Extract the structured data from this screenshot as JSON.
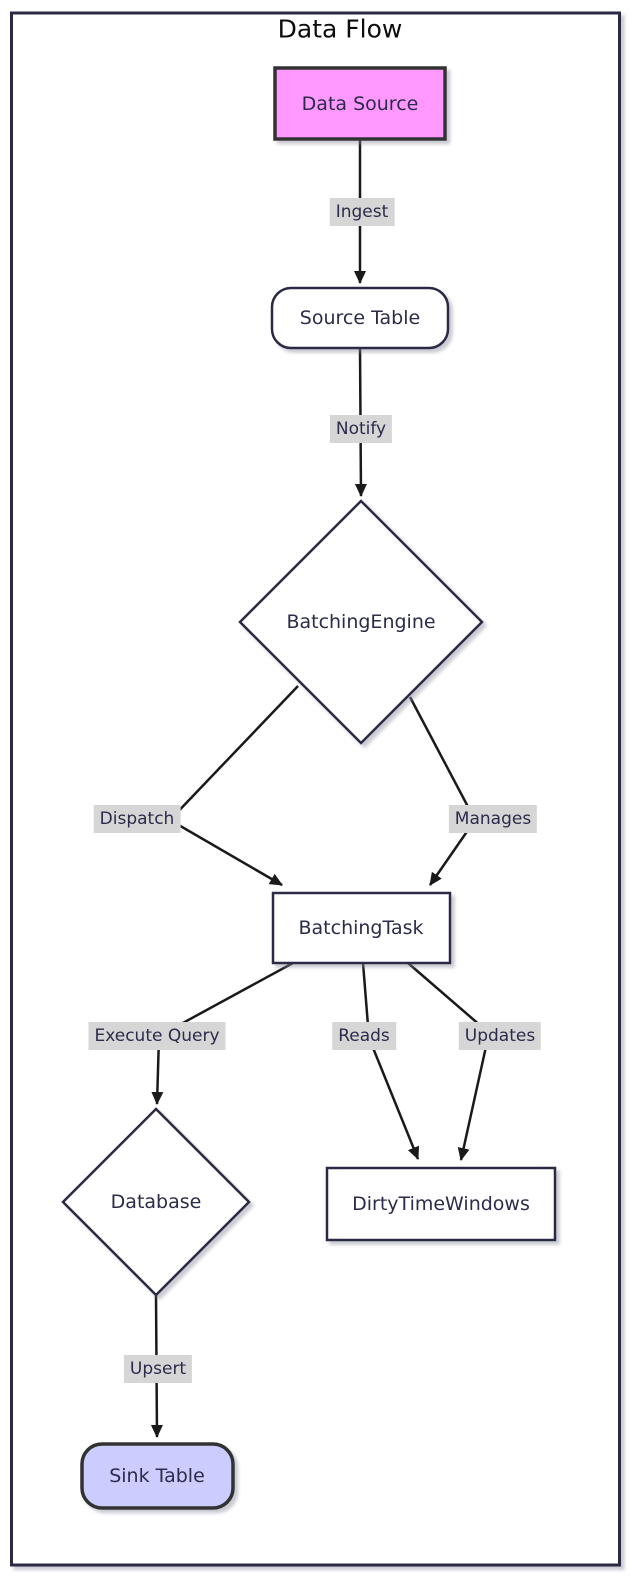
{
  "diagram": {
    "title": "Data Flow",
    "type": "flowchart",
    "nodes": [
      {
        "id": "data_source",
        "label": "Data Source",
        "shape": "rectangle",
        "fill": "#ff99ff",
        "border": "#333333"
      },
      {
        "id": "source_table",
        "label": "Source Table",
        "shape": "rounded",
        "fill": "#ffffff",
        "border": "#2a2a45"
      },
      {
        "id": "batching_engine",
        "label": "BatchingEngine",
        "shape": "diamond",
        "fill": "#ffffff",
        "border": "#2a2a45"
      },
      {
        "id": "batching_task",
        "label": "BatchingTask",
        "shape": "rectangle",
        "fill": "#ffffff",
        "border": "#2a2a45"
      },
      {
        "id": "database",
        "label": "Database",
        "shape": "diamond",
        "fill": "#ffffff",
        "border": "#2a2a45"
      },
      {
        "id": "dirty_time_windows",
        "label": "DirtyTimeWindows",
        "shape": "rectangle",
        "fill": "#ffffff",
        "border": "#2a2a45"
      },
      {
        "id": "sink_table",
        "label": "Sink Table",
        "shape": "rounded",
        "fill": "#ccccff",
        "border": "#333333"
      }
    ],
    "edges": [
      {
        "from": "data_source",
        "to": "source_table",
        "label": "Ingest"
      },
      {
        "from": "source_table",
        "to": "batching_engine",
        "label": "Notify"
      },
      {
        "from": "batching_engine",
        "to": "batching_task",
        "label": "Dispatch"
      },
      {
        "from": "batching_engine",
        "to": "batching_task",
        "label": "Manages"
      },
      {
        "from": "batching_task",
        "to": "database",
        "label": "Execute Query"
      },
      {
        "from": "batching_task",
        "to": "dirty_time_windows",
        "label": "Reads"
      },
      {
        "from": "batching_task",
        "to": "dirty_time_windows",
        "label": "Updates"
      },
      {
        "from": "database",
        "to": "sink_table",
        "label": "Upsert"
      }
    ],
    "colors": {
      "edge_stroke": "#1a1a1a",
      "edge_label_bg": "#d6d6d6",
      "node_text": "#2b2b4a",
      "cluster_border": "#2a2a45",
      "title_text": "#0d0d0d",
      "canvas_bg": "#ffffff"
    }
  }
}
